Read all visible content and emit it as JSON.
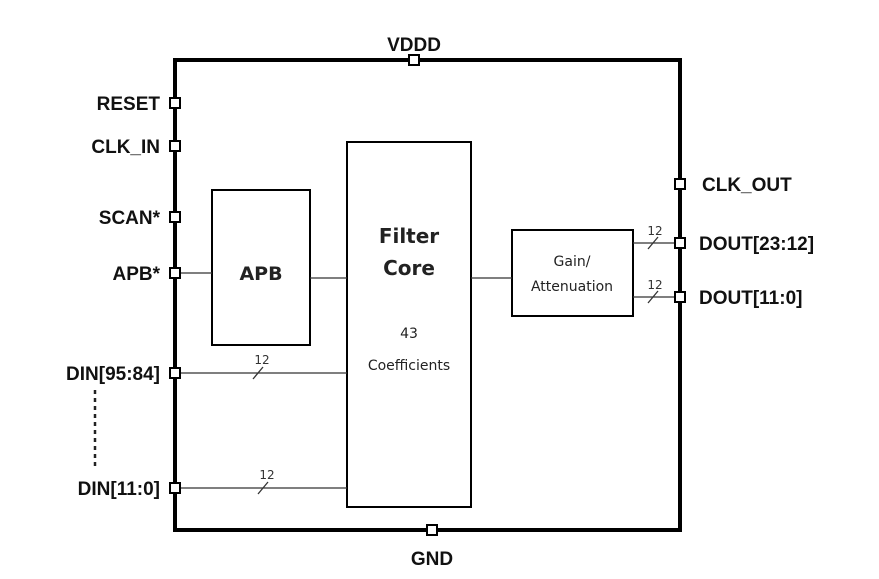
{
  "power": {
    "top": "VDDD",
    "bottom": "GND"
  },
  "left_pins": {
    "reset": "RESET",
    "clk_in": "CLK_IN",
    "scan": "SCAN*",
    "apb": "APB*",
    "din_high": "DIN[95:84]",
    "din_low": "DIN[11:0]"
  },
  "right_pins": {
    "clk_out": "CLK_OUT",
    "dout_high": "DOUT[23:12]",
    "dout_low": "DOUT[11:0]"
  },
  "blocks": {
    "apb": "APB",
    "filter_line1": "Filter",
    "filter_line2": "Core",
    "coeff_count": "43",
    "coeff_label": "Coefficients",
    "gain_line1": "Gain/",
    "gain_line2": "Attenuation"
  },
  "bus_widths": {
    "din_high": "12",
    "din_low": "12",
    "dout_high": "12",
    "dout_low": "12"
  }
}
